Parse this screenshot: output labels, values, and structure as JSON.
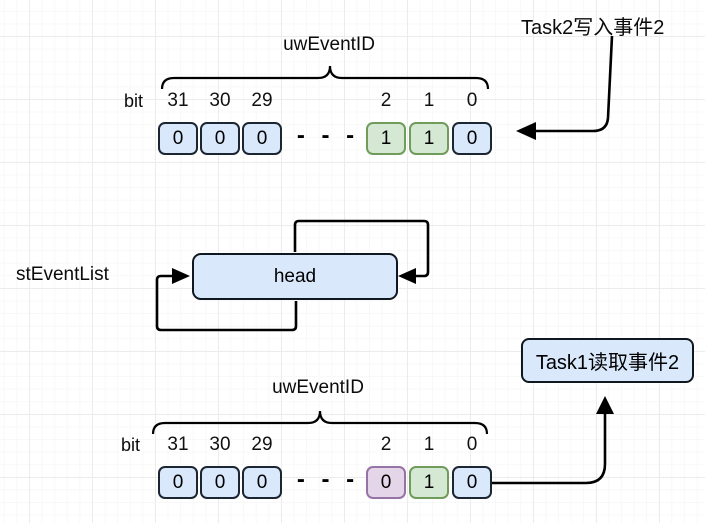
{
  "palette": {
    "cell_blue_fill": "#dae8fc",
    "cell_blue_border": "#1c2633",
    "cell_green_fill": "#d5e8d4",
    "cell_green_border": "#6f9c5a",
    "cell_purple_fill": "#e5d5e8",
    "cell_purple_border": "#9673a6",
    "node_fill": "#dae8fc",
    "node_border": "#10181f",
    "line_color": "#000000"
  },
  "annotations": {
    "task2_write": "Task2写入事件2",
    "task1_read": "Task1读取事件2"
  },
  "linked_list": {
    "label": "stEventList",
    "head": "head"
  },
  "registers": {
    "top": {
      "title": "uwEventID",
      "bit_caption": "bit",
      "gap": "- - -",
      "cells": [
        {
          "bit": "31",
          "value": "0",
          "style": "blue"
        },
        {
          "bit": "30",
          "value": "0",
          "style": "blue"
        },
        {
          "bit": "29",
          "value": "0",
          "style": "blue"
        },
        {
          "bit": "2",
          "value": "1",
          "style": "green"
        },
        {
          "bit": "1",
          "value": "1",
          "style": "green"
        },
        {
          "bit": "0",
          "value": "0",
          "style": "blue"
        }
      ]
    },
    "bottom": {
      "title": "uwEventID",
      "bit_caption": "bit",
      "gap": "- - -",
      "cells": [
        {
          "bit": "31",
          "value": "0",
          "style": "blue"
        },
        {
          "bit": "30",
          "value": "0",
          "style": "blue"
        },
        {
          "bit": "29",
          "value": "0",
          "style": "blue"
        },
        {
          "bit": "2",
          "value": "0",
          "style": "purple"
        },
        {
          "bit": "1",
          "value": "1",
          "style": "green"
        },
        {
          "bit": "0",
          "value": "0",
          "style": "blue"
        }
      ]
    }
  }
}
